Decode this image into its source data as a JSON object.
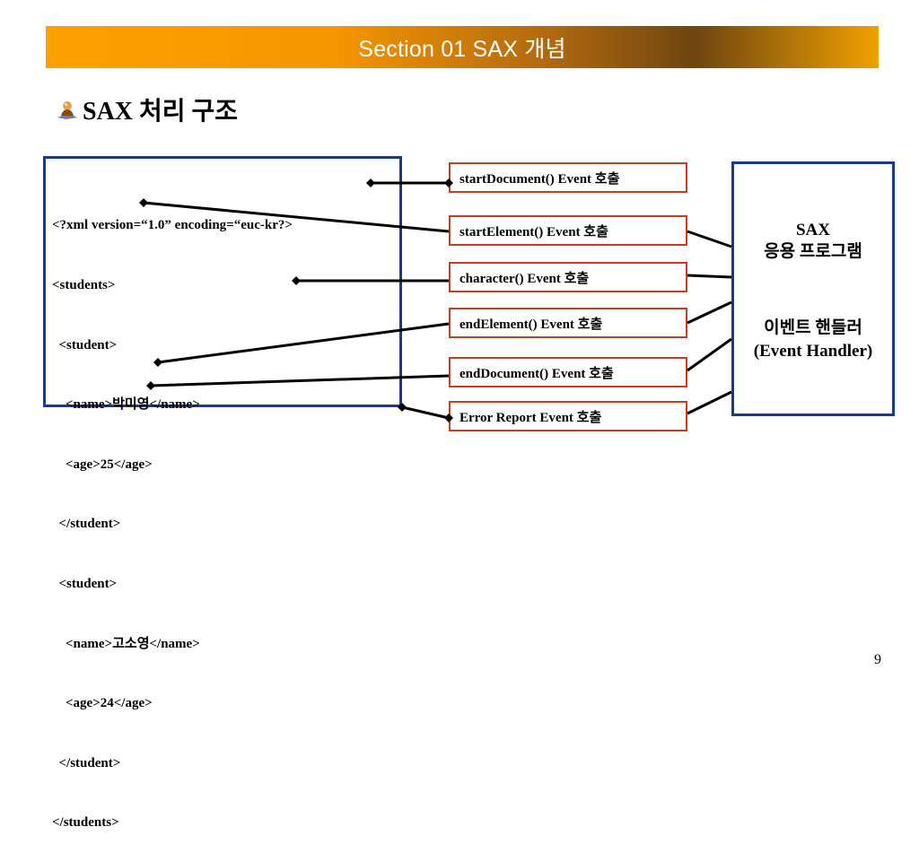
{
  "header": {
    "title": "Section 01 SAX 개념"
  },
  "slide": {
    "heading": "SAX 처리 구조",
    "heading_icon": "person-bullet-icon",
    "page_number": "9"
  },
  "xml": {
    "lines": [
      "<?xml version=“1.0” encoding=“euc-kr?>",
      "<students>",
      "  <student>",
      "    <name>박미영</name>",
      "    <age>25</age>",
      "  </student>",
      "  <student>",
      "    <name>고소영</name>",
      "    <age>24</age>",
      "  </student>",
      "</students>"
    ]
  },
  "events": [
    "startDocument() Event 호출",
    "startElement() Event 호출",
    "character() Event 호출",
    "endElement() Event 호출",
    "endDocument() Event 호출",
    "Error Report Event 호출"
  ],
  "handler": {
    "app_line1": "SAX",
    "app_line2": "응용 프로그램",
    "handler_line1": "이벤트 핸들러",
    "handler_line2": "(Event Handler)"
  },
  "colors": {
    "banner_orange": "#ffa100",
    "banner_brown": "#6e4510",
    "box_blue": "#1c3a8a",
    "event_border": "#c0411c"
  }
}
